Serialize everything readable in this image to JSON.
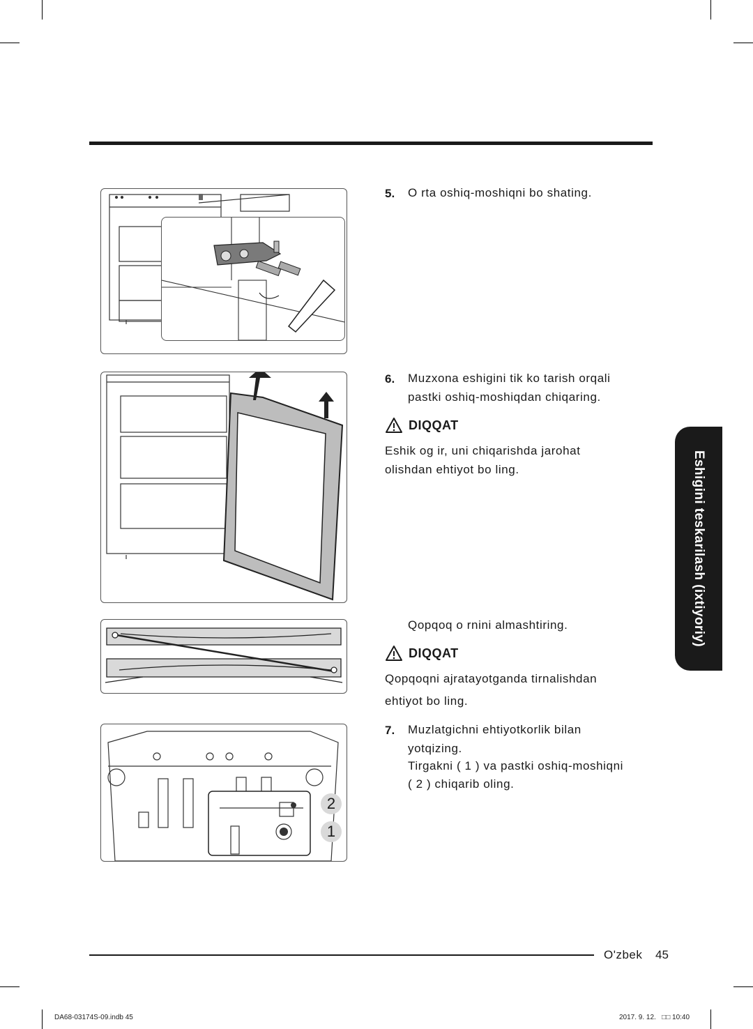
{
  "steps": {
    "s5": {
      "num": "5.",
      "text": "O rta oshiq-moshiqni bo shating."
    },
    "s6": {
      "num": "6.",
      "line1": "Muzxona eshigini tik ko tarish orqali",
      "line2": "pastki oshiq-moshiqdan chiqaring."
    },
    "cover": {
      "text": "Qopqoq o rnini almashtiring."
    },
    "s7": {
      "num": "7.",
      "line1": "Muzlatgichni ehtiyotkorlik bilan",
      "line2": "yotqizing.",
      "line3": "Tirgakni ( 1 ) va pastki oshiq-moshiqni",
      "line4": "( 2 ) chiqarib oling."
    }
  },
  "cautions": {
    "c1": {
      "label": "DIQQAT",
      "line1": "Eshik og ir, uni chiqarishda jarohat",
      "line2": "olishdan ehtiyot bo ling."
    },
    "c2": {
      "label": "DIQQAT",
      "line1": "Qopqoqni ajratayotganda tirnalishdan",
      "line2": "ehtiyot bo ling."
    }
  },
  "figure_callouts": {
    "c2": "2",
    "c1": "1"
  },
  "side_tab": "Eshigini teskarilash (ixtiyoriy)",
  "footer": {
    "language": "O'zbek",
    "page_number": "45"
  },
  "print_info": {
    "file": "DA68-03174S-09.indb   45",
    "date": "2017. 9. 12.   □□ 10:40"
  },
  "icons": {
    "caution": "warning-triangle-icon"
  },
  "colors": {
    "tab_bg": "#1a1a1a",
    "tab_text": "#ffffff",
    "rule": "#1a1a1a",
    "callout_bg": "#d9d9d9"
  }
}
